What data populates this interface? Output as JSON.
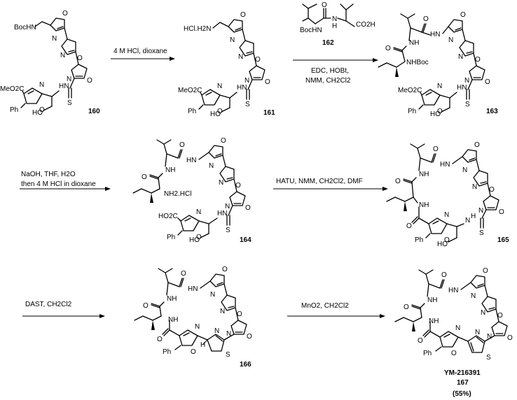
{
  "compounds": {
    "c160": "160",
    "c161": "161",
    "c162": "162",
    "c163": "163",
    "c164": "164",
    "c165": "165",
    "c166": "166",
    "c167": "167",
    "product_name": "YM-216391",
    "product_yield": "(55%)"
  },
  "conditions": {
    "step1": "4 M HCl, dioxane",
    "step2_a": "EDC, HOBt,",
    "step2_b": "NMM,  CH2Cl2",
    "step3_a": "NaOH, THF, H2O",
    "step3_b": "then 4 M HCl in dioxane",
    "step4": "HATU, NMM,  CH2Cl2, DMF",
    "step5": "DAST, CH2Cl2",
    "step6": "MnO2, CH2Cl2"
  },
  "atoms": {
    "boc_hn": "BocHN",
    "hcl_h2n": "HCl.H2N",
    "meo2c": "MeO2C",
    "ho2c": "HO2C",
    "phenyl": "Ph",
    "ho": "HO",
    "hn": "HN",
    "nh": "NH",
    "nhboc": "NHBoc",
    "nh2hcl": "NH2.HCl",
    "bochn": "BocHN",
    "co2h": "CO2H",
    "o": "O",
    "n": "N",
    "s": "S",
    "h": "H"
  }
}
